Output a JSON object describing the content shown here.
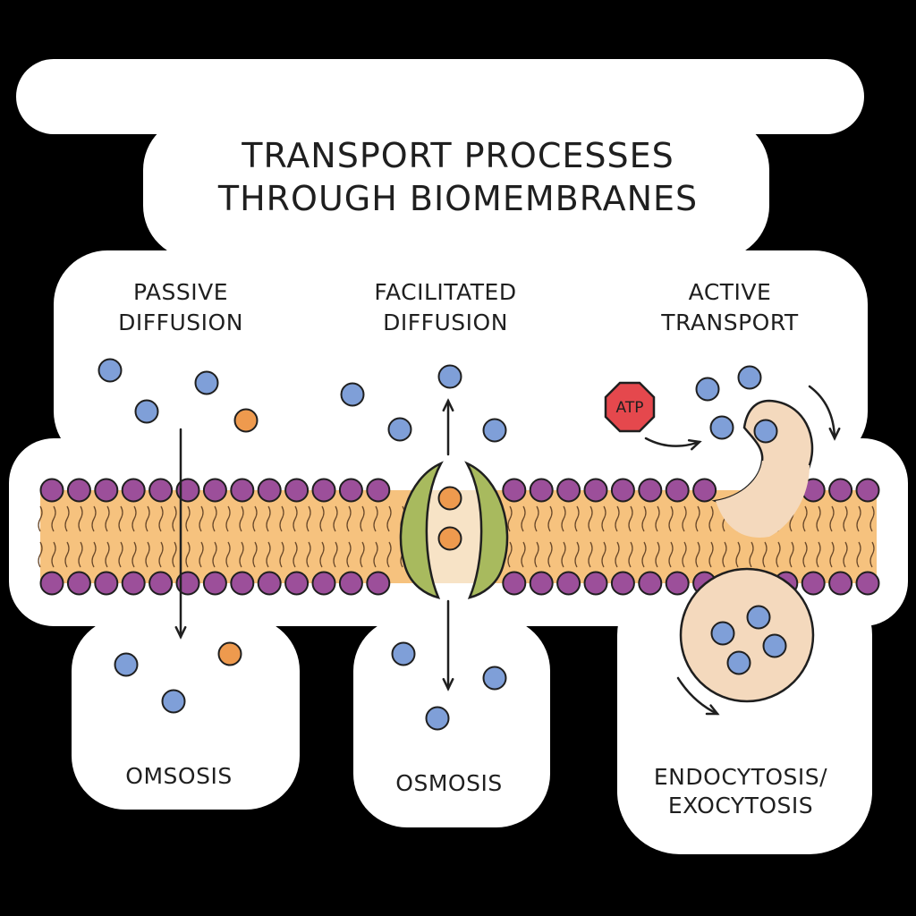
{
  "title": {
    "line1": "TRANSPORT PROCESSES",
    "line2": "THROUGH BIOMEMBRANES"
  },
  "sections": [
    {
      "heading_line1": "PASSIVE",
      "heading_line2": "DIFFUSION",
      "footer_line1": "OMSOSIS",
      "footer_line2": ""
    },
    {
      "heading_line1": "FACILITATED",
      "heading_line2": "DIFFUSION",
      "footer_line1": "OSMOSIS",
      "footer_line2": ""
    },
    {
      "heading_line1": "ACTIVE",
      "heading_line2": "TRANSPORT",
      "footer_line1": "ENDOCYTOSIS/",
      "footer_line2": "EXOCYTOSIS"
    }
  ],
  "atp_label": "ATP",
  "colors": {
    "sticker": "#ffffff",
    "background": "#000000",
    "lipid_head": "#9c4f9a",
    "membrane_core": "#f6c27e",
    "channel_protein": "#a8ba5e",
    "carrier_protein": "#f4d9bd",
    "molecule_blue": "#7f9fd8",
    "molecule_orange": "#ee9a4e",
    "atp_badge": "#e5484d",
    "ink": "#1f1f1f"
  }
}
